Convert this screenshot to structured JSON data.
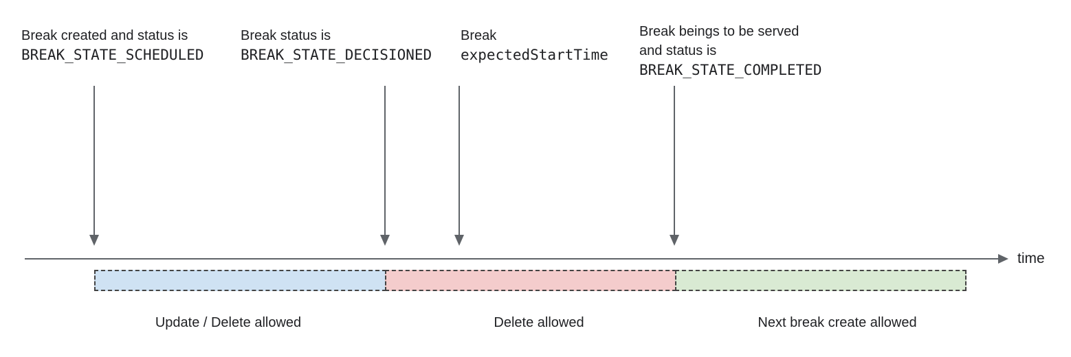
{
  "diagram": {
    "annotations": [
      {
        "line1": "Break created and status is",
        "line2": "BREAK_STATE_SCHEDULED"
      },
      {
        "line1": "Break status is",
        "line2": "BREAK_STATE_DECISIONED"
      },
      {
        "line1": "Break",
        "line2": "expectedStartTime"
      },
      {
        "line1": "Break beings to be served",
        "line2": "and status is",
        "line3": "BREAK_STATE_COMPLETED"
      }
    ],
    "axis": {
      "label": "time"
    },
    "segments": [
      {
        "label": "Update / Delete allowed",
        "color": "#cfe2f3"
      },
      {
        "label": "Delete allowed",
        "color": "#f4cccc"
      },
      {
        "label": "Next break create allowed",
        "color": "#d9ead3"
      }
    ],
    "colors": {
      "arrow": "#5f6368",
      "segment_border": "#434343",
      "text": "#202124",
      "background": "#ffffff"
    }
  }
}
